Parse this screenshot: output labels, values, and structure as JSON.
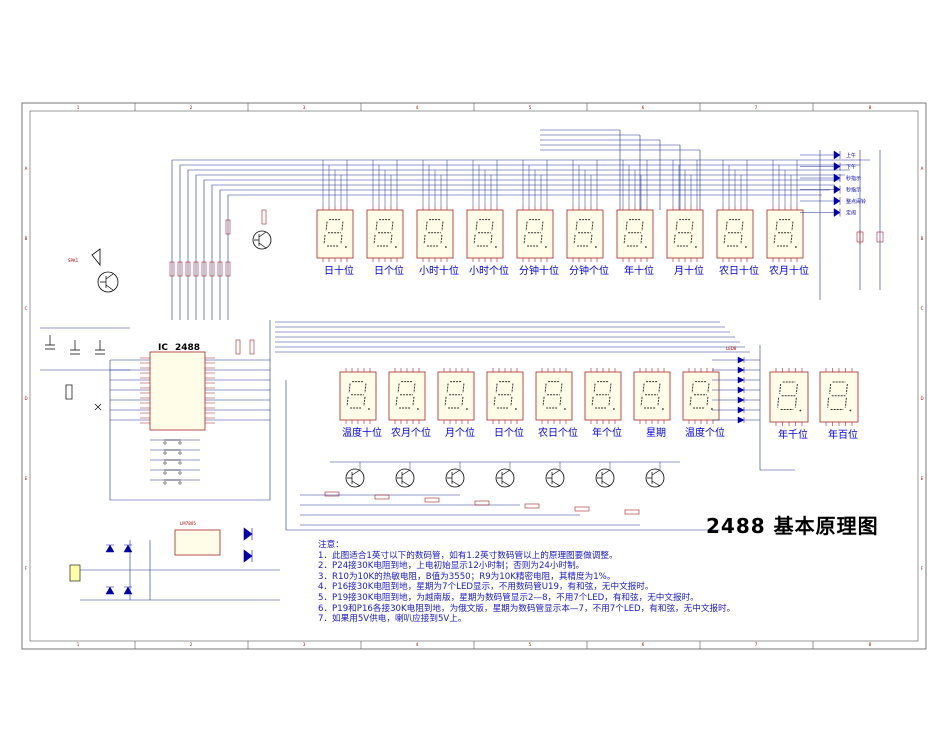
{
  "title": "2488 基本原理图",
  "notes": {
    "heading": "注意：",
    "items": [
      "1．此图适合1英寸以下的数码管，如有1.2英寸数码管以上的原理图要做调整。",
      "2．P24接30K电阻到地，上电初始显示12小时制；否则为24小时制。",
      "3．R10为10K的热敏电阻，B值为3550；R9为10K精密电阻，其精度为1%。",
      "4．P16接30K电阻到地，星期为7个LED显示，不用数码管U19，有和弦，无中文报时。",
      "5．P19接30K电阻到地，为越南版，星期为数码管显示2—8，不用7个LED，有和弦，无中文报时。",
      "6．P19和P16各接30K电阻到地，为俄文版，星期为数码管显示本—7，不用7个LED，有和弦，无中文报时。",
      "7．如果用5V供电，喇叭应接到5V上。"
    ]
  },
  "top_digits": [
    "日十位",
    "日个位",
    "小时十位",
    "小时个位",
    "分钟十位",
    "分钟个位",
    "年十位",
    "月十位",
    "农日十位",
    "农月十位"
  ],
  "top_digit_labels_visible": [
    "日十位",
    "日个位",
    "小时十位",
    "小时个位",
    "分钟十位",
    "分钟个位",
    "年十位",
    "月十位",
    "农日十位",
    "农月十位"
  ],
  "top_digit_names": [
    "日十位",
    "日个位",
    "小时十位",
    "小时个位",
    "分钟十位",
    "分钟个位",
    "年十位",
    "月十位",
    "农日十位",
    "农月十位"
  ],
  "bottom_digits": [
    "温度十位",
    "农月个位",
    "月个位",
    "日个位",
    "农日个位",
    "年个位",
    "星期",
    "温度个位"
  ],
  "right_digits": [
    "年千位",
    "年百位"
  ],
  "indicator_leds": [
    "上午",
    "下午",
    "秒指示",
    "秒指示",
    "整点闹铃",
    "定闹"
  ],
  "ic": {
    "name": "2488",
    "prefix": "IC"
  },
  "regulator": "LM7805",
  "speaker": "SPK1",
  "led_column": "LED8",
  "frame": {
    "top_numbers": [
      "1",
      "2",
      "3",
      "4",
      "5",
      "6",
      "7",
      "8"
    ],
    "side_letters": [
      "A",
      "B",
      "C",
      "D",
      "E",
      "F"
    ]
  }
}
